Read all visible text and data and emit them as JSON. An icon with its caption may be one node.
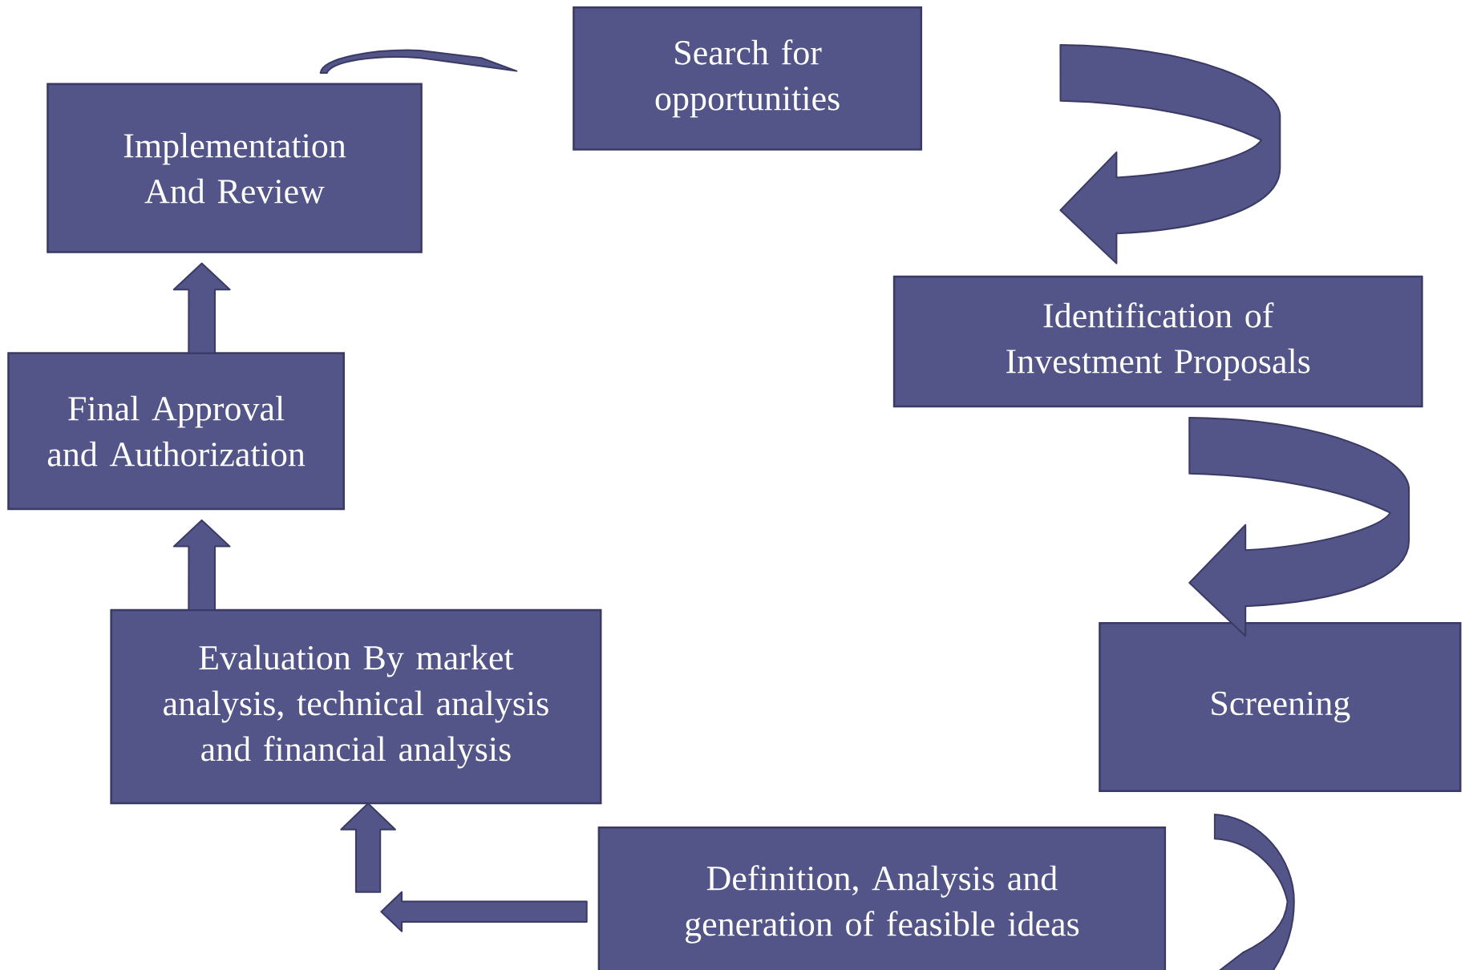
{
  "diagram": {
    "nodes": [
      {
        "text": [
          "Search for opportunities"
        ]
      },
      {
        "text": [
          "Implementation And Review"
        ]
      },
      {
        "text": [
          "Identification of Investment Proposals"
        ]
      },
      {
        "text": [
          "Final Approval and Authorization"
        ]
      },
      {
        "text": [
          "Evaluation By market analysis, technical analysis and financial analysis"
        ]
      },
      {
        "text": [
          "Screening"
        ]
      },
      {
        "text": [
          "Definition, Analysis and generation of feasible ideas"
        ]
      }
    ],
    "edges": [
      {
        "from": 0,
        "to": 2,
        "arrow": "to"
      },
      {
        "from": 2,
        "to": 5,
        "arrow": "to"
      },
      {
        "from": 5,
        "to": 6,
        "arrow": "to"
      },
      {
        "from": 6,
        "to": 4,
        "arrow": "to"
      },
      {
        "from": 4,
        "to": 3,
        "arrow": "to"
      },
      {
        "from": 3,
        "to": 1,
        "arrow": "to"
      },
      {
        "from": 1,
        "to": 0,
        "arrow": "to"
      }
    ]
  }
}
